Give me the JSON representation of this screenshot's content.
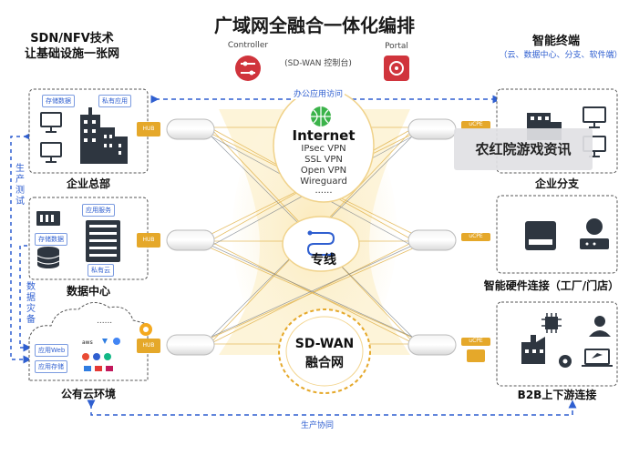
{
  "title": "广域网全融合一体化编排",
  "left_header": {
    "line1": "SDN/NFV技术",
    "line2": "让基础设施一张网"
  },
  "right_header": {
    "title": "智能终端",
    "subtitle": "（云、数据中心、分支、软件端）"
  },
  "controller": {
    "label": "Controller",
    "sub": "(SD-WAN 控制台)"
  },
  "portal": {
    "label": "Portal"
  },
  "top_link": "办公应用访问",
  "bottom_link": "生产协同",
  "left_links": {
    "production_test": "生产测试",
    "disaster": "数据灾备"
  },
  "sites_left": {
    "hq": {
      "label": "企业总部",
      "tags": [
        "存储数据",
        "私有应用"
      ]
    },
    "dc": {
      "label": "数据中心",
      "tags": [
        "应用服务",
        "存储数据",
        "私有云"
      ]
    },
    "cloud": {
      "label": "公有云环境",
      "tags": [
        "应用Web",
        "应用存储"
      ],
      "dots": "......"
    }
  },
  "sites_right": {
    "branch": {
      "label": "企业分支"
    },
    "hardware": {
      "label": "智能硬件连接（工厂/门店）"
    },
    "b2b": {
      "label": "B2B上下游连接"
    }
  },
  "center": {
    "internet": {
      "title": "Internet",
      "items": [
        "IPsec VPN",
        "SSL VPN",
        "Open VPN",
        "Wireguard",
        "......"
      ]
    },
    "leased": {
      "title": "专线"
    },
    "sdwan": {
      "line1": "SD-WAN",
      "line2": "融合网"
    }
  },
  "hub_label": "HUB",
  "cpe_label": "uCPE",
  "watermark": "农红院游戏资讯",
  "colors": {
    "accent": "#2f5fd0",
    "gold": "#e5a82a",
    "red": "#d0343c",
    "dark": "#2e3640"
  }
}
